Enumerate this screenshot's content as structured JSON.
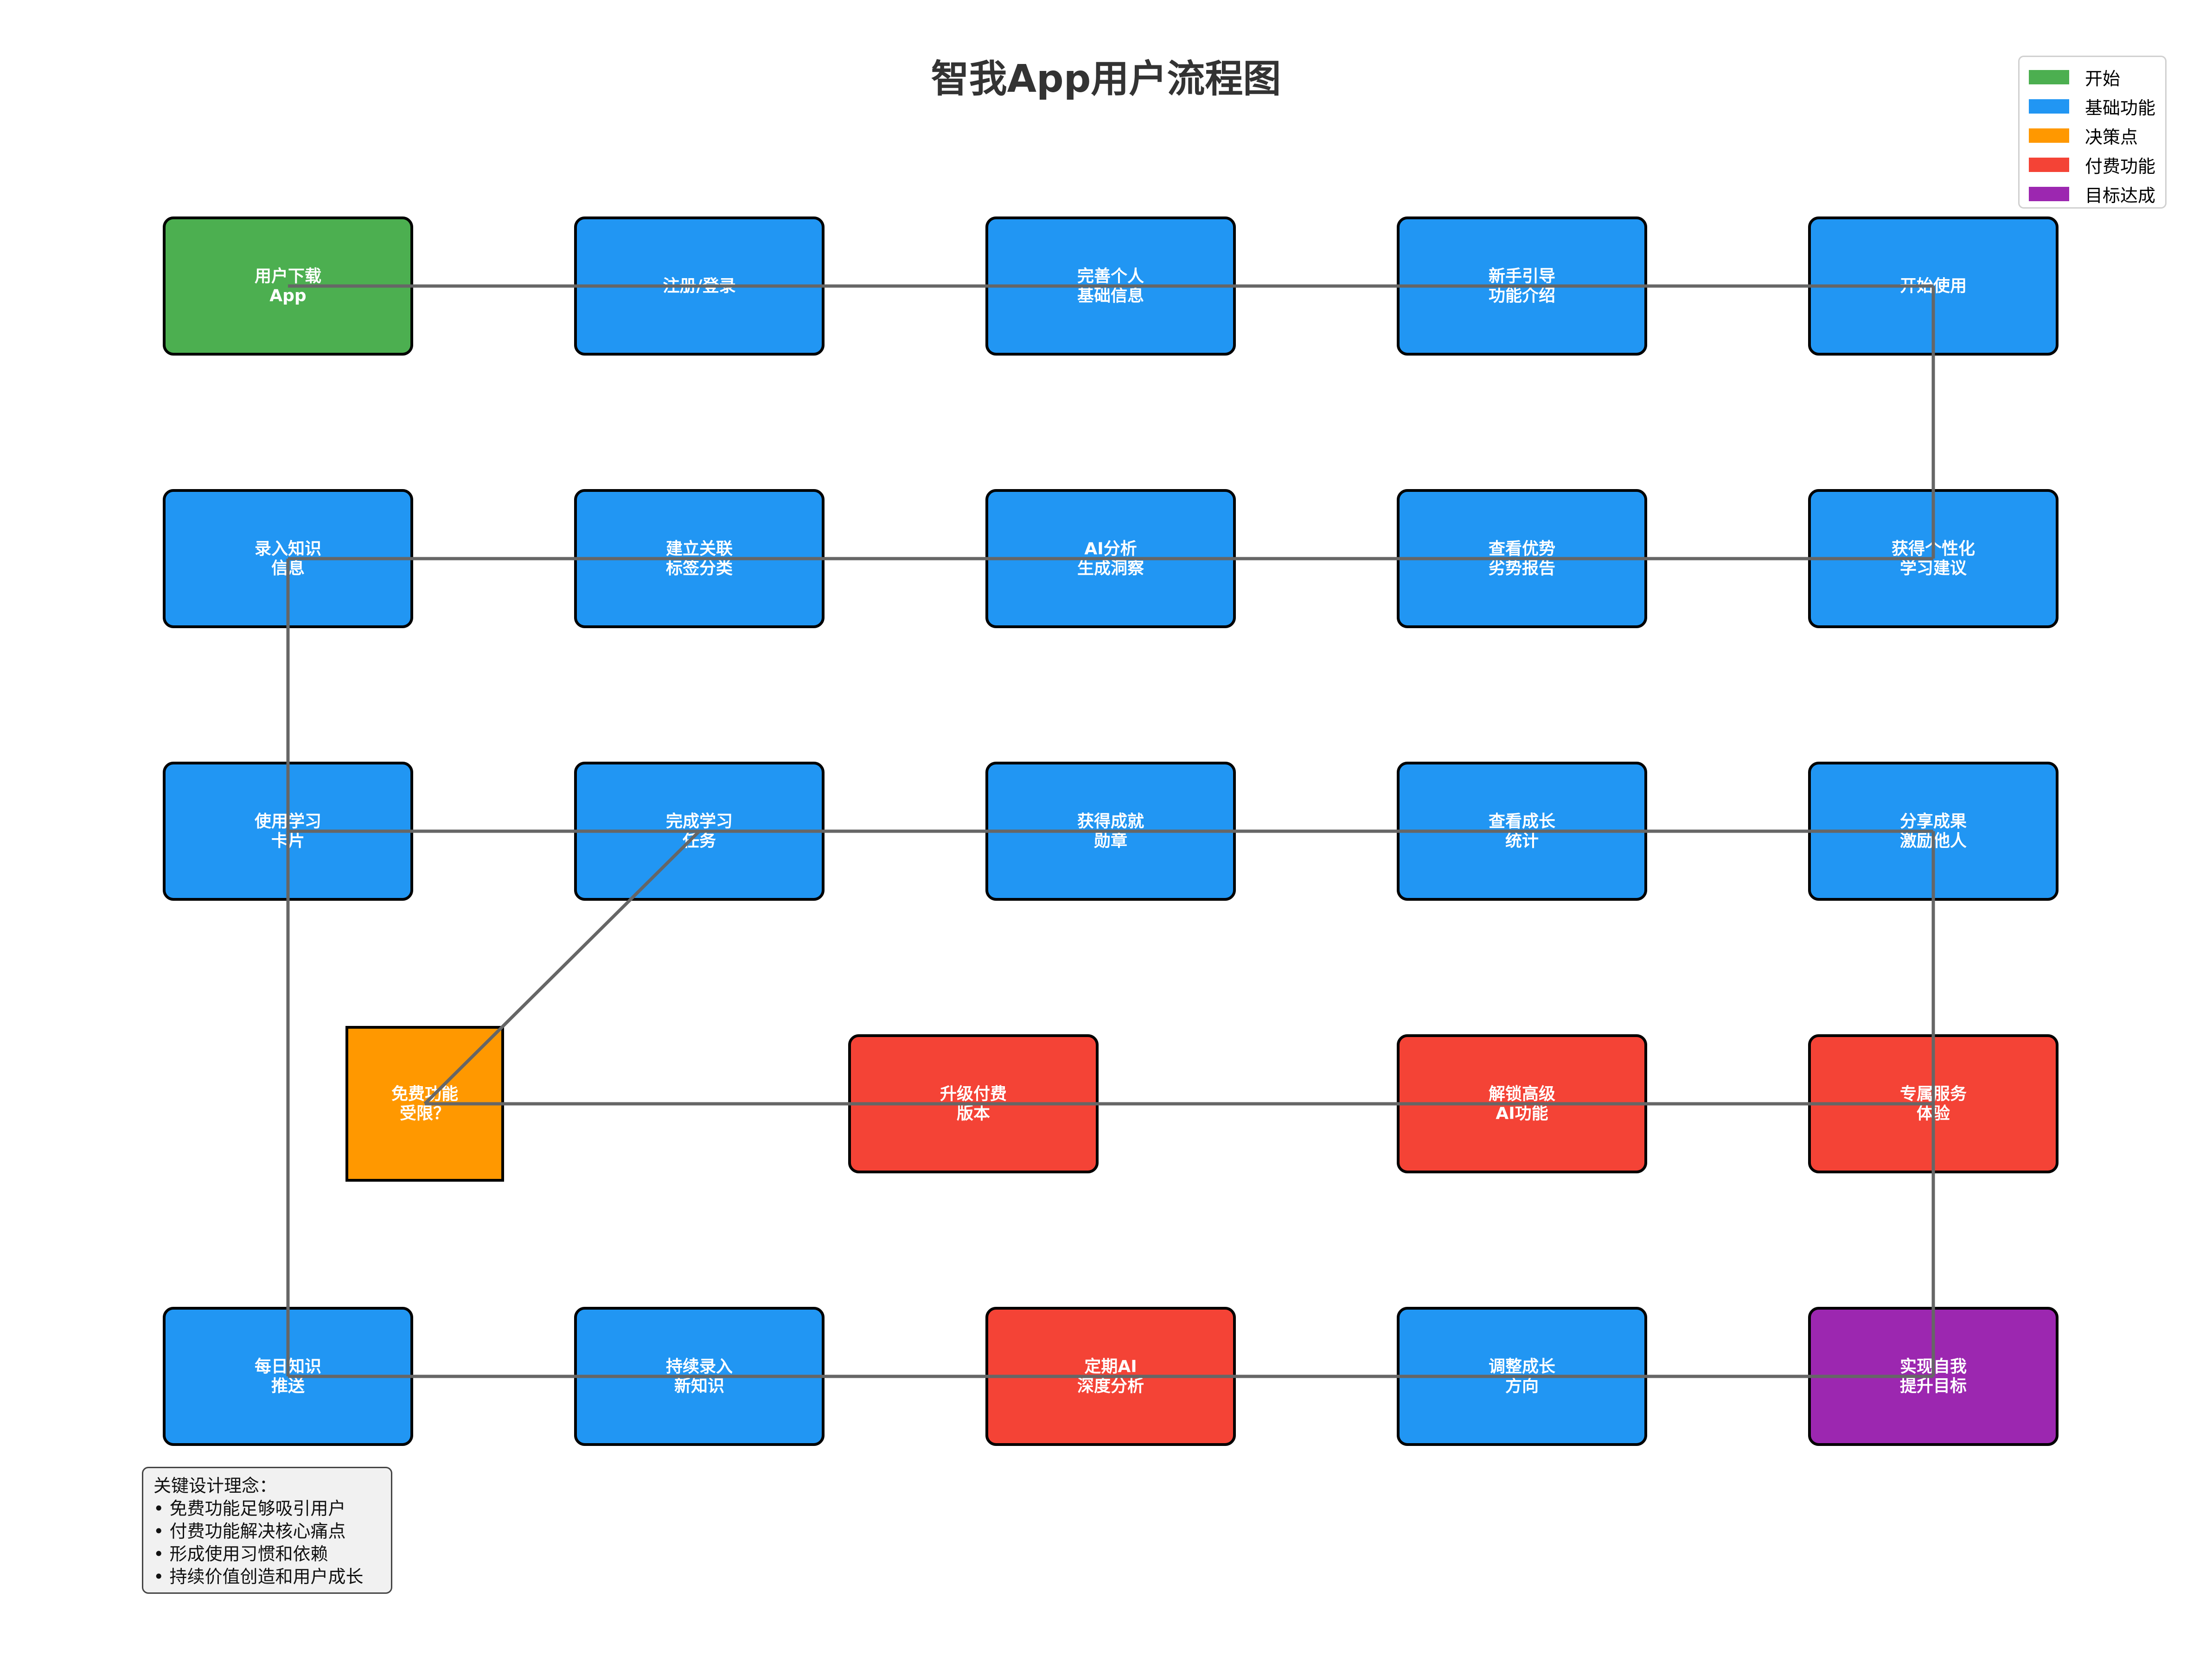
{
  "title": "智我App用户流程图",
  "legend": [
    {
      "label": "开始",
      "color": "#4caf50"
    },
    {
      "label": "基础功能",
      "color": "#2196f3"
    },
    {
      "label": "决策点",
      "color": "#ff9800"
    },
    {
      "label": "付费功能",
      "color": "#f44336"
    },
    {
      "label": "目标达成",
      "color": "#9c27b0"
    }
  ],
  "node_types": {
    "start": "#4caf50",
    "basic": "#2196f3",
    "decision": "#ff9800",
    "paid": "#f44336",
    "goal": "#9c27b0"
  },
  "nodes": [
    {
      "id": "n1",
      "type": "start",
      "lines": [
        "用户下载",
        "App"
      ]
    },
    {
      "id": "n2",
      "type": "basic",
      "lines": [
        "注册/登录"
      ]
    },
    {
      "id": "n3",
      "type": "basic",
      "lines": [
        "完善个人",
        "基础信息"
      ]
    },
    {
      "id": "n4",
      "type": "basic",
      "lines": [
        "新手引导",
        "功能介绍"
      ]
    },
    {
      "id": "n5",
      "type": "basic",
      "lines": [
        "开始使用"
      ]
    },
    {
      "id": "n6",
      "type": "basic",
      "lines": [
        "录入知识",
        "信息"
      ]
    },
    {
      "id": "n7",
      "type": "basic",
      "lines": [
        "建立关联",
        "标签分类"
      ]
    },
    {
      "id": "n8",
      "type": "basic",
      "lines": [
        "AI分析",
        "生成洞察"
      ]
    },
    {
      "id": "n9",
      "type": "basic",
      "lines": [
        "查看优势",
        "劣势报告"
      ]
    },
    {
      "id": "n10",
      "type": "basic",
      "lines": [
        "获得个性化",
        "学习建议"
      ]
    },
    {
      "id": "n11",
      "type": "basic",
      "lines": [
        "使用学习",
        "卡片"
      ]
    },
    {
      "id": "n12",
      "type": "basic",
      "lines": [
        "完成学习",
        "任务"
      ]
    },
    {
      "id": "n13",
      "type": "basic",
      "lines": [
        "获得成就",
        "勋章"
      ]
    },
    {
      "id": "n14",
      "type": "basic",
      "lines": [
        "查看成长",
        "统计"
      ]
    },
    {
      "id": "n15",
      "type": "basic",
      "lines": [
        "分享成果",
        "激励他人"
      ]
    },
    {
      "id": "n16",
      "type": "decision",
      "lines": [
        "免费功能",
        "受限？"
      ]
    },
    {
      "id": "n17",
      "type": "paid",
      "lines": [
        "升级付费",
        "版本"
      ]
    },
    {
      "id": "n18",
      "type": "paid",
      "lines": [
        "解锁高级",
        "AI功能"
      ]
    },
    {
      "id": "n19",
      "type": "paid",
      "lines": [
        "专属服务",
        "体验"
      ]
    },
    {
      "id": "n20",
      "type": "basic",
      "lines": [
        "每日知识",
        "推送"
      ]
    },
    {
      "id": "n21",
      "type": "basic",
      "lines": [
        "持续录入",
        "新知识"
      ]
    },
    {
      "id": "n22",
      "type": "paid",
      "lines": [
        "定期AI",
        "深度分析"
      ]
    },
    {
      "id": "n23",
      "type": "basic",
      "lines": [
        "调整成长",
        "方向"
      ]
    },
    {
      "id": "n24",
      "type": "goal",
      "lines": [
        "实现自我",
        "提升目标"
      ]
    }
  ],
  "edges": [
    [
      "n1",
      "n2"
    ],
    [
      "n2",
      "n3"
    ],
    [
      "n3",
      "n4"
    ],
    [
      "n4",
      "n5"
    ],
    [
      "n5",
      "n10"
    ],
    [
      "n10",
      "n9"
    ],
    [
      "n9",
      "n8"
    ],
    [
      "n8",
      "n7"
    ],
    [
      "n7",
      "n6"
    ],
    [
      "n6",
      "n11"
    ],
    [
      "n11",
      "n12"
    ],
    [
      "n12",
      "n13"
    ],
    [
      "n13",
      "n14"
    ],
    [
      "n14",
      "n15"
    ],
    [
      "n16",
      "n12"
    ],
    [
      "n16",
      "n17"
    ],
    [
      "n17",
      "n18"
    ],
    [
      "n18",
      "n19"
    ],
    [
      "n20",
      "n21"
    ],
    [
      "n21",
      "n22"
    ],
    [
      "n22",
      "n23"
    ],
    [
      "n23",
      "n24"
    ],
    [
      "n11",
      "n20"
    ],
    [
      "n15",
      "n24"
    ]
  ],
  "notes": {
    "heading": "关键设计理念：",
    "items": [
      "• 免费功能足够吸引用户",
      "• 付费功能解决核心痛点",
      "• 形成使用习惯和依赖",
      "• 持续价值创造和用户成长"
    ]
  }
}
